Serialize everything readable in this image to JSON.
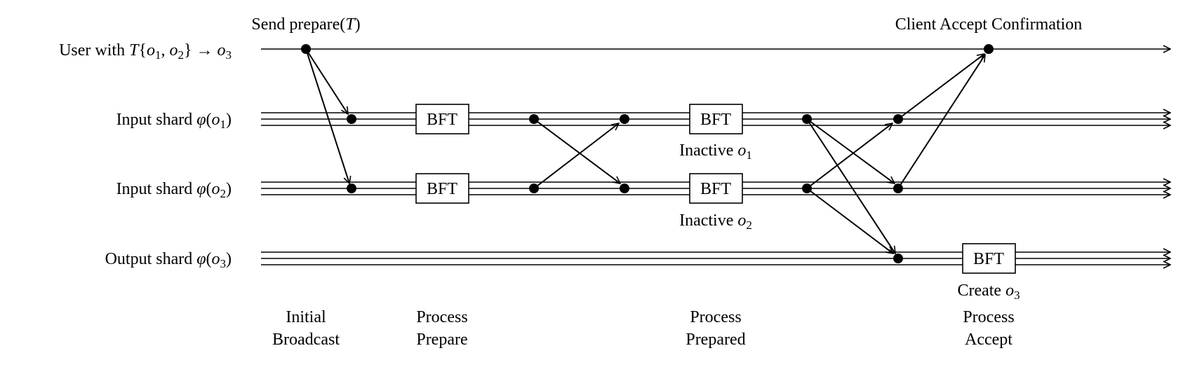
{
  "top_labels": {
    "send_prefix": "Send prepare(",
    "send_var": "T",
    "send_suffix": ")",
    "client_accept": "Client Accept Confirmation"
  },
  "rows": {
    "user": {
      "text": "User with ",
      "T": "T",
      "open": "{",
      "o": "o",
      "sub1": "1",
      "comma": ", ",
      "sub2": "2",
      "close": "}",
      "arrow": "→",
      "sub3": "3"
    },
    "input1": {
      "text": "Input shard ",
      "phi": "φ",
      "open": "(",
      "o": "o",
      "sub": "1",
      "close": ")"
    },
    "input2": {
      "text": "Input shard ",
      "phi": "φ",
      "open": "(",
      "o": "o",
      "sub": "2",
      "close": ")"
    },
    "output": {
      "text": "Output shard ",
      "phi": "φ",
      "open": "(",
      "o": "o",
      "sub": "3",
      "close": ")"
    }
  },
  "bft_label": "BFT",
  "annotations": {
    "inactive1": {
      "text": "Inactive ",
      "o": "o",
      "sub": "1"
    },
    "inactive2": {
      "text": "Inactive ",
      "o": "o",
      "sub": "2"
    },
    "create3": {
      "text": "Create ",
      "o": "o",
      "sub": "3"
    }
  },
  "phases": [
    {
      "line1": "Initial",
      "line2": "Broadcast"
    },
    {
      "line1": "Process",
      "line2": "Prepare"
    },
    {
      "line1": "Process",
      "line2": "Prepared"
    },
    {
      "line1": "Process",
      "line2": "Accept"
    }
  ]
}
